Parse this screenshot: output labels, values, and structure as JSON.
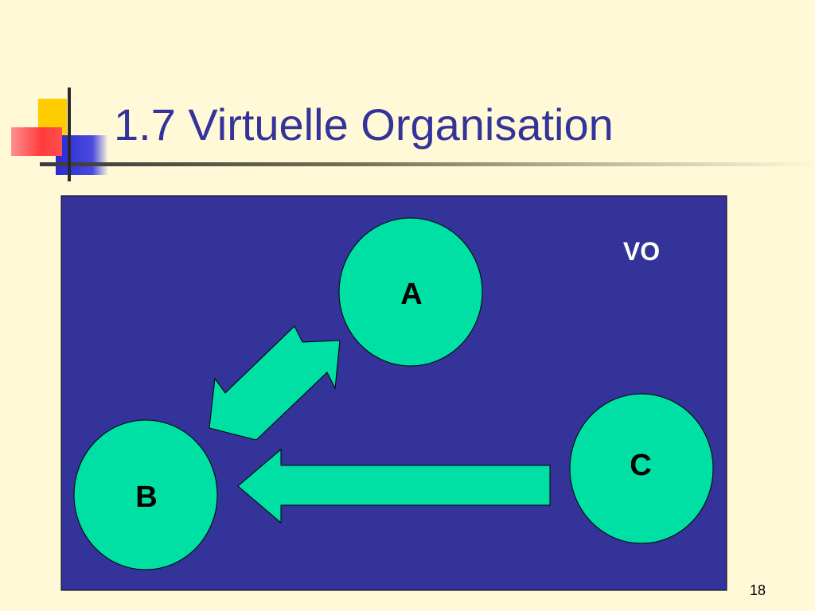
{
  "slide": {
    "title": "1.7 Virtuelle Organisation",
    "page_number": "18"
  },
  "diagram": {
    "container_label": "VO",
    "nodes": [
      {
        "id": "A",
        "label": "A"
      },
      {
        "id": "B",
        "label": "B"
      },
      {
        "id": "C",
        "label": "C"
      }
    ],
    "edges": [
      {
        "from": "A",
        "to": "B",
        "direction": "bidirectional"
      },
      {
        "from": "C",
        "to": "B",
        "direction": "to-B"
      }
    ]
  },
  "colors": {
    "background": "#fff9d8",
    "title": "#333399",
    "panel": "#333399",
    "node_fill": "#00e0a4",
    "vo_text": "#ffffff",
    "decor_yellow": "#ffcc00",
    "decor_red": "#ff4040",
    "decor_blue": "#3333cc"
  }
}
